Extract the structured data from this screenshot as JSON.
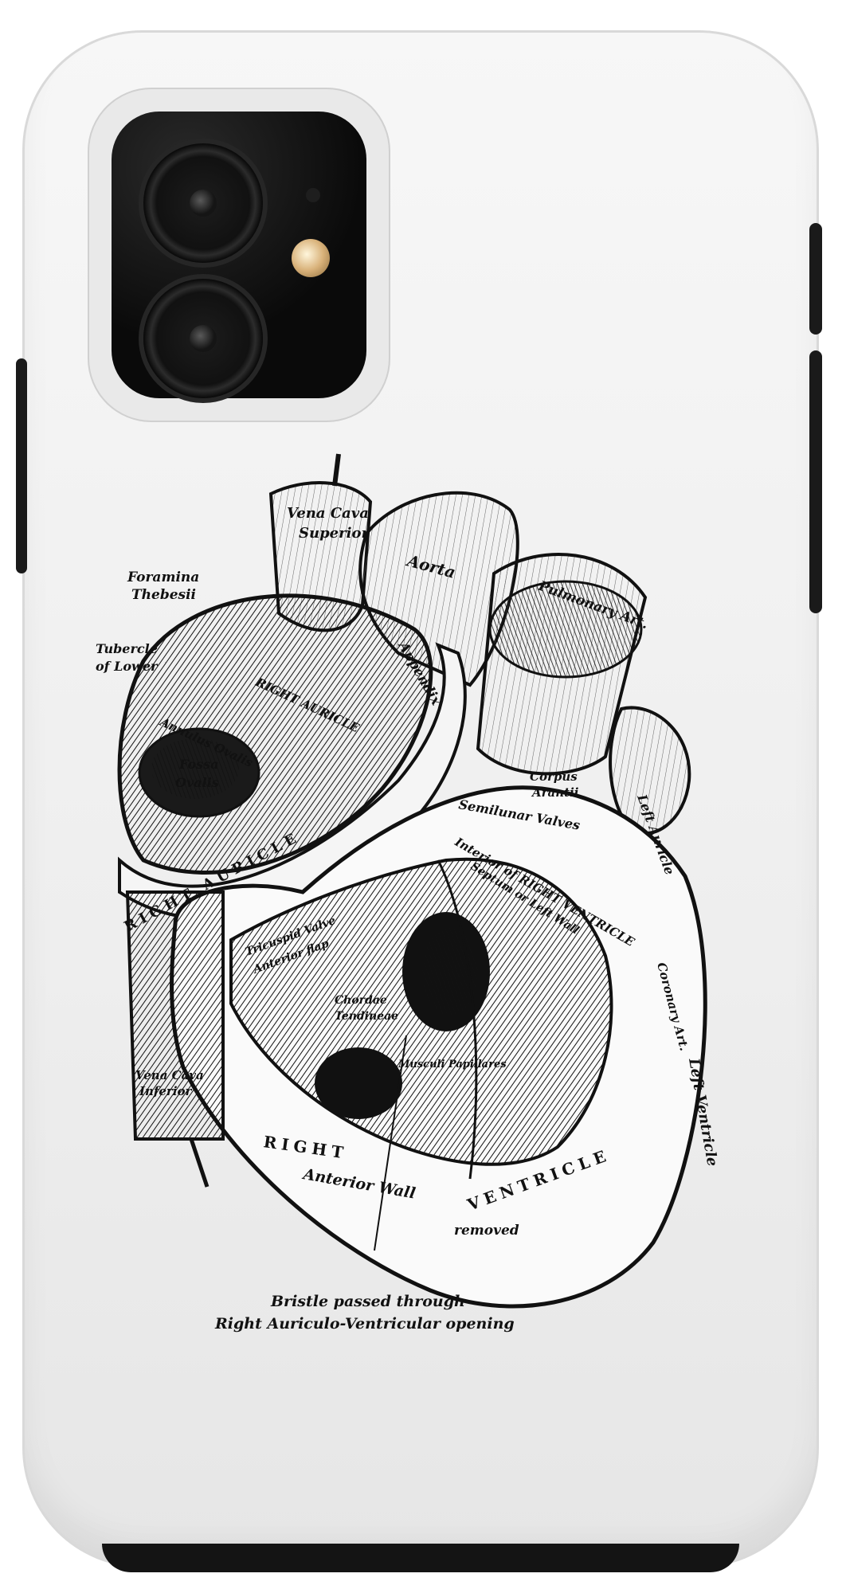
{
  "product": {
    "case_color": "#f2f2f2",
    "ink_color": "#111111"
  },
  "illustration": {
    "labels": {
      "vena_cava_1": "Vena Cava",
      "vena_cava_2": "Superior",
      "aorta": "Aorta",
      "pulmonary": "Pulmonary Art.",
      "foramina_1": "Foramina",
      "foramina_2": "Thebesii",
      "tubercle_1": "Tubercle",
      "tubercle_2": "of Lower",
      "appendix": "Appendix",
      "right_auricle_inner": "RIGHT AURICLE",
      "annulus": "Annulus Ovalis",
      "fossa_1": "Fossa",
      "fossa_2": "Ovalis",
      "corpus_1": "Corpus",
      "corpus_2": "Arantii",
      "semilunar": "Semilunar Valves",
      "left_auricle": "Left Auricle",
      "interior_rv": "Interior of RIGHT VENTRICLE",
      "septum": "Septum or Left Wall",
      "right_auricle_band": "RIGHT AURICLE",
      "tricuspid_1": "Tricuspid Valve",
      "tricuspid_2": "Anterior flap",
      "chordae_1": "Chordae",
      "chordae_2": "Tendineae",
      "musculi": "Musculi Papillares",
      "coronary": "Coronary Art.",
      "left_ventricle": "Left Ventricle",
      "vena_inf_1": "Vena Cava",
      "vena_inf_2": "Inferior",
      "right_band": "RIGHT",
      "ventricle_band": "VENTRICLE",
      "anterior": "Anterior Wall",
      "removed": "removed",
      "caption_1": "Bristle passed through",
      "caption_2": "Right Auriculo-Ventricular opening"
    }
  }
}
